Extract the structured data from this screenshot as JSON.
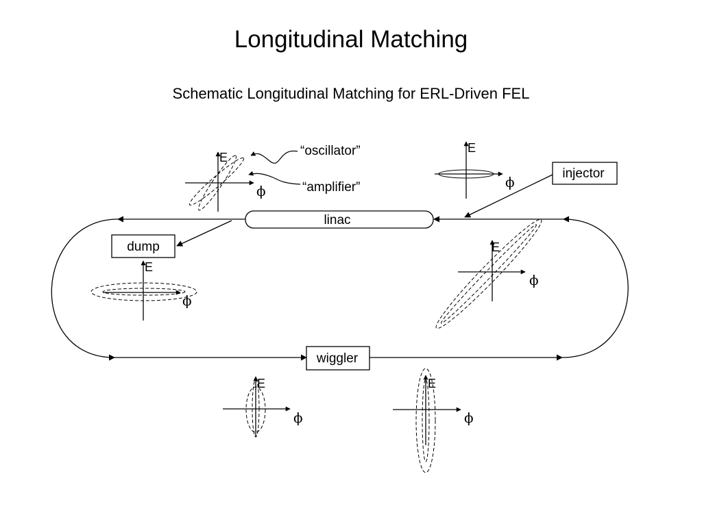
{
  "title": "Longitudinal Matching",
  "subtitle": "Schematic Longitudinal Matching for ERL-Driven FEL",
  "components": {
    "linac": "linac",
    "injector": "injector",
    "dump": "dump",
    "wiggler": "wiggler"
  },
  "annotations": {
    "oscillator": "“oscillator”",
    "amplifier": "“amplifier”"
  },
  "axes": {
    "energy": "E",
    "phase": "ϕ"
  },
  "icons": {
    "arrow": "arrowhead"
  }
}
